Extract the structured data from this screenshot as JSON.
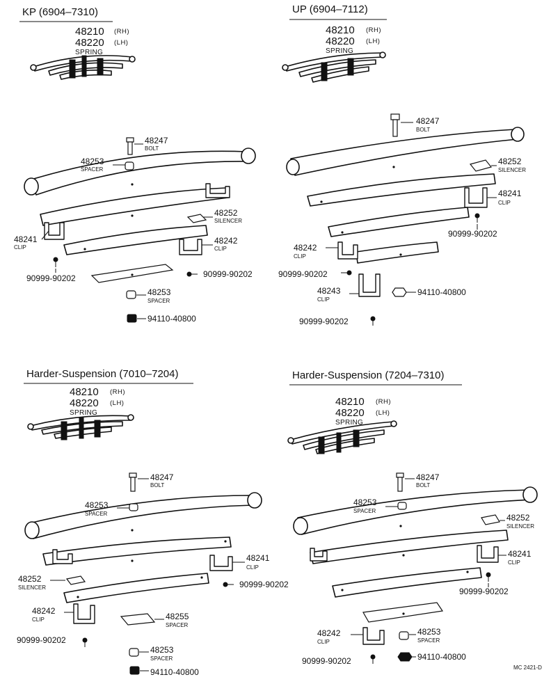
{
  "sections": {
    "kp": {
      "heading": "KP (6904–7310)",
      "spring": {
        "no1": "48210",
        "side1": "(RH)",
        "no2": "48220",
        "side2": "(LH)",
        "name": "SPRING"
      },
      "labels": [
        {
          "no": "48247",
          "name": "BOLT"
        },
        {
          "no": "48253",
          "name": "SPACER"
        },
        {
          "no": "48252",
          "name": "SILENCER"
        },
        {
          "no": "48241",
          "name": "CLIP"
        },
        {
          "no": "48242",
          "name": "CLIP"
        },
        {
          "no": "90999-90202",
          "name": ""
        },
        {
          "no": "90999-90202",
          "name": ""
        },
        {
          "no": "48253",
          "name": "SPACER"
        },
        {
          "no": "94110-40800",
          "name": ""
        }
      ]
    },
    "up": {
      "heading": "UP (6904–7112)",
      "spring": {
        "no1": "48210",
        "side1": "(RH)",
        "no2": "48220",
        "side2": "(LH)",
        "name": "SPRING"
      },
      "labels": [
        {
          "no": "48247",
          "name": "BOLT"
        },
        {
          "no": "48252",
          "name": "SILENCER"
        },
        {
          "no": "48241",
          "name": "CLIP"
        },
        {
          "no": "90999-90202",
          "name": ""
        },
        {
          "no": "48242",
          "name": "CLIP"
        },
        {
          "no": "90999-90202",
          "name": ""
        },
        {
          "no": "48243",
          "name": "CLIP"
        },
        {
          "no": "94110-40800",
          "name": ""
        },
        {
          "no": "90999-90202",
          "name": ""
        }
      ]
    },
    "hs1": {
      "heading": "Harder-Suspension (7010–7204)",
      "spring": {
        "no1": "48210",
        "side1": "(RH)",
        "no2": "48220",
        "side2": "(LH)",
        "name": "SPRING"
      },
      "labels": [
        {
          "no": "48247",
          "name": "BOLT"
        },
        {
          "no": "48253",
          "name": "SPACER"
        },
        {
          "no": "48241",
          "name": "CLIP"
        },
        {
          "no": "48252",
          "name": "SILENCER"
        },
        {
          "no": "90999-90202",
          "name": ""
        },
        {
          "no": "48242",
          "name": "CLIP"
        },
        {
          "no": "48255",
          "name": "SPACER"
        },
        {
          "no": "90999-90202",
          "name": ""
        },
        {
          "no": "48253",
          "name": "SPACER"
        },
        {
          "no": "94110-40800",
          "name": ""
        }
      ]
    },
    "hs2": {
      "heading": "Harder-Suspension (7204–7310)",
      "spring": {
        "no1": "48210",
        "side1": "(RH)",
        "no2": "48220",
        "side2": "(LH)",
        "name": "SPRING"
      },
      "labels": [
        {
          "no": "48247",
          "name": "BOLT"
        },
        {
          "no": "48253",
          "name": "SPACER"
        },
        {
          "no": "48252",
          "name": "SILENCER"
        },
        {
          "no": "48241",
          "name": "CLIP"
        },
        {
          "no": "90999-90202",
          "name": ""
        },
        {
          "no": "48242",
          "name": "CLIP"
        },
        {
          "no": "48253",
          "name": "SPACER"
        },
        {
          "no": "90999-90202",
          "name": ""
        },
        {
          "no": "94110-40800",
          "name": ""
        }
      ]
    }
  },
  "footer_code": "MC 2421-D"
}
